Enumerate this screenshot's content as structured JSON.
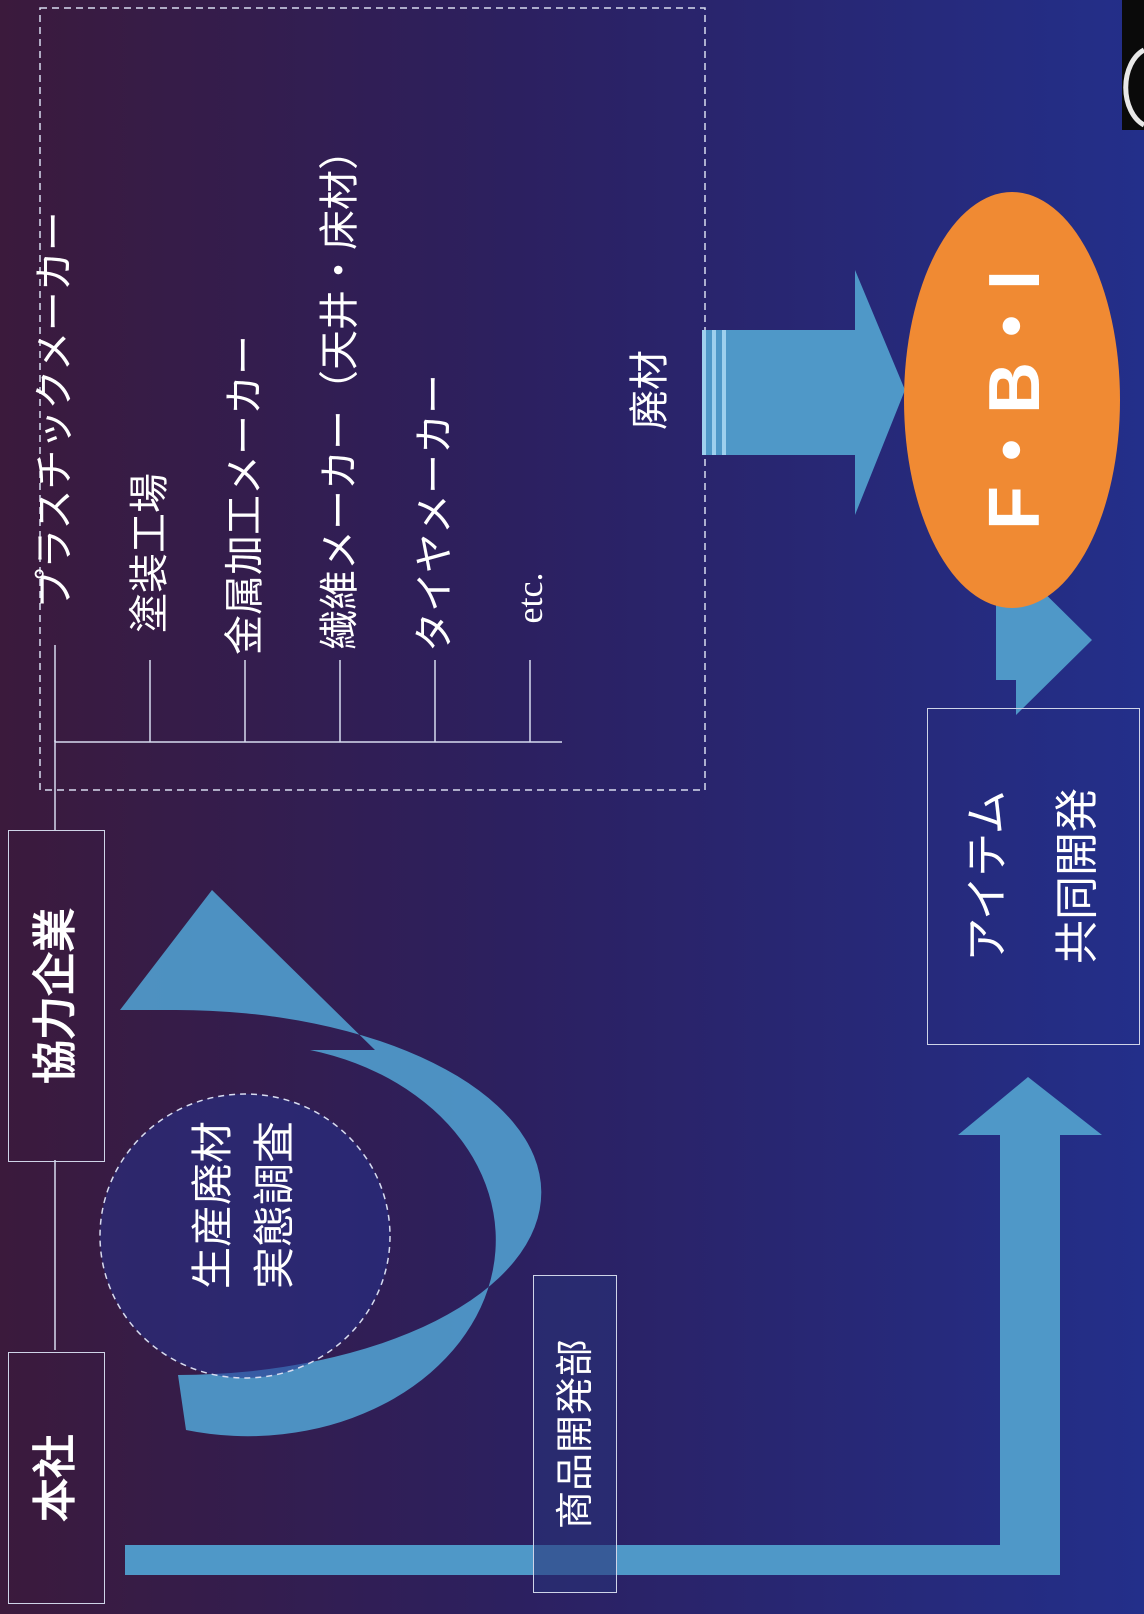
{
  "nodes": {
    "honsha": "本社",
    "kyouryoku": "協力企業",
    "shouhin": "商品開発部",
    "chousa_line1": "生産廃材",
    "chousa_line2": "実態調査",
    "haizai": "廃材",
    "fbi": "F・B・I",
    "item_line1": "アイテム",
    "item_line2": "共同開発"
  },
  "partners": [
    "プラスチックメーカー",
    "塗装工場",
    "金属加工メーカー",
    "繊維メーカー（天井・床材）",
    "タイヤメーカー",
    "etc."
  ],
  "colors": {
    "arrow": "#4f98c8",
    "fbi_fill": "#f08a33",
    "line": "#cfd4e8"
  }
}
